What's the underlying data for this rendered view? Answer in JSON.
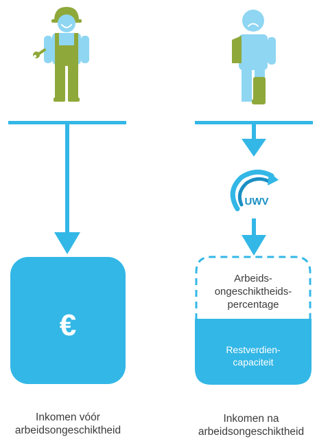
{
  "colors": {
    "blue": "#33b7e6",
    "skin": "#8fd6f2",
    "green": "#8fa83a",
    "text": "#3a3a3a",
    "white": "#ffffff"
  },
  "icons": [
    "worker-figure",
    "sick-person-figure",
    "uwv-logo",
    "euro-icon"
  ],
  "left": {
    "symbol": "€",
    "caption_lines": [
      "Inkomen vóór",
      "arbeidsongeschiktheid"
    ]
  },
  "right": {
    "logo_text": "UWV",
    "upper_label_lines": [
      "Arbeids-",
      "ongeschiktheids-",
      "percentage"
    ],
    "lower_label_lines": [
      "Restverdien-",
      "capaciteit"
    ],
    "caption_lines": [
      "Inkomen na",
      "arbeidsongeschiktheid"
    ]
  }
}
